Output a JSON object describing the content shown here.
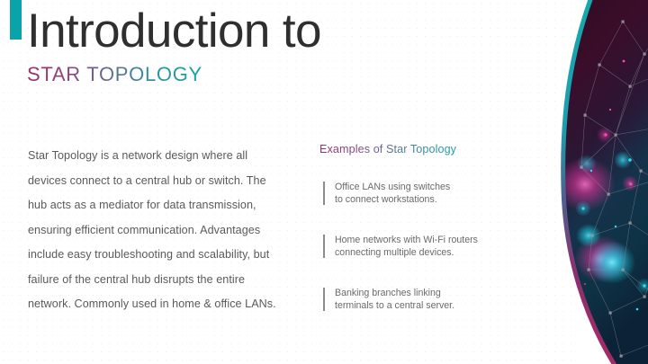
{
  "slide": {
    "title": "Introduction to",
    "subtitle": "STAR TOPOLOGY",
    "body": "Star Topology is a network design where all devices connect to a central hub or switch. The hub acts as a mediator for data transmission, ensuring efficient communication. Advantages include easy troubleshooting and scalability, but failure of the central hub disrupts the entire network. Commonly used in home & office LANs.",
    "examples": {
      "heading": "Examples of Star Topology",
      "items": [
        {
          "line1": "Office LANs using switches",
          "line2": "to connect workstations."
        },
        {
          "line1": "Home networks with Wi-Fi routers",
          "line2": "connecting multiple devices."
        },
        {
          "line1": "Banking branches linking",
          "line2": "terminals to a central server."
        }
      ]
    }
  },
  "decor": {
    "accent_bar_color": "#0aa3aa",
    "title_color": "#2f2f2f",
    "body_color": "#5a5a5a",
    "gradient_start": "#9b3069",
    "gradient_end": "#0fa3a8",
    "artwork_edge_top_color": "#17a3a8",
    "artwork_edge_bottom_color": "#a02a67",
    "artwork_fill_top": "#2b0d20",
    "artwork_fill_bottom": "#0d2c3c",
    "glow_cyan": "#22d3e8",
    "glow_magenta": "#e0359c",
    "mesh_line_color": "#8d8d96",
    "mesh_node_color": "#9a9aa2"
  }
}
